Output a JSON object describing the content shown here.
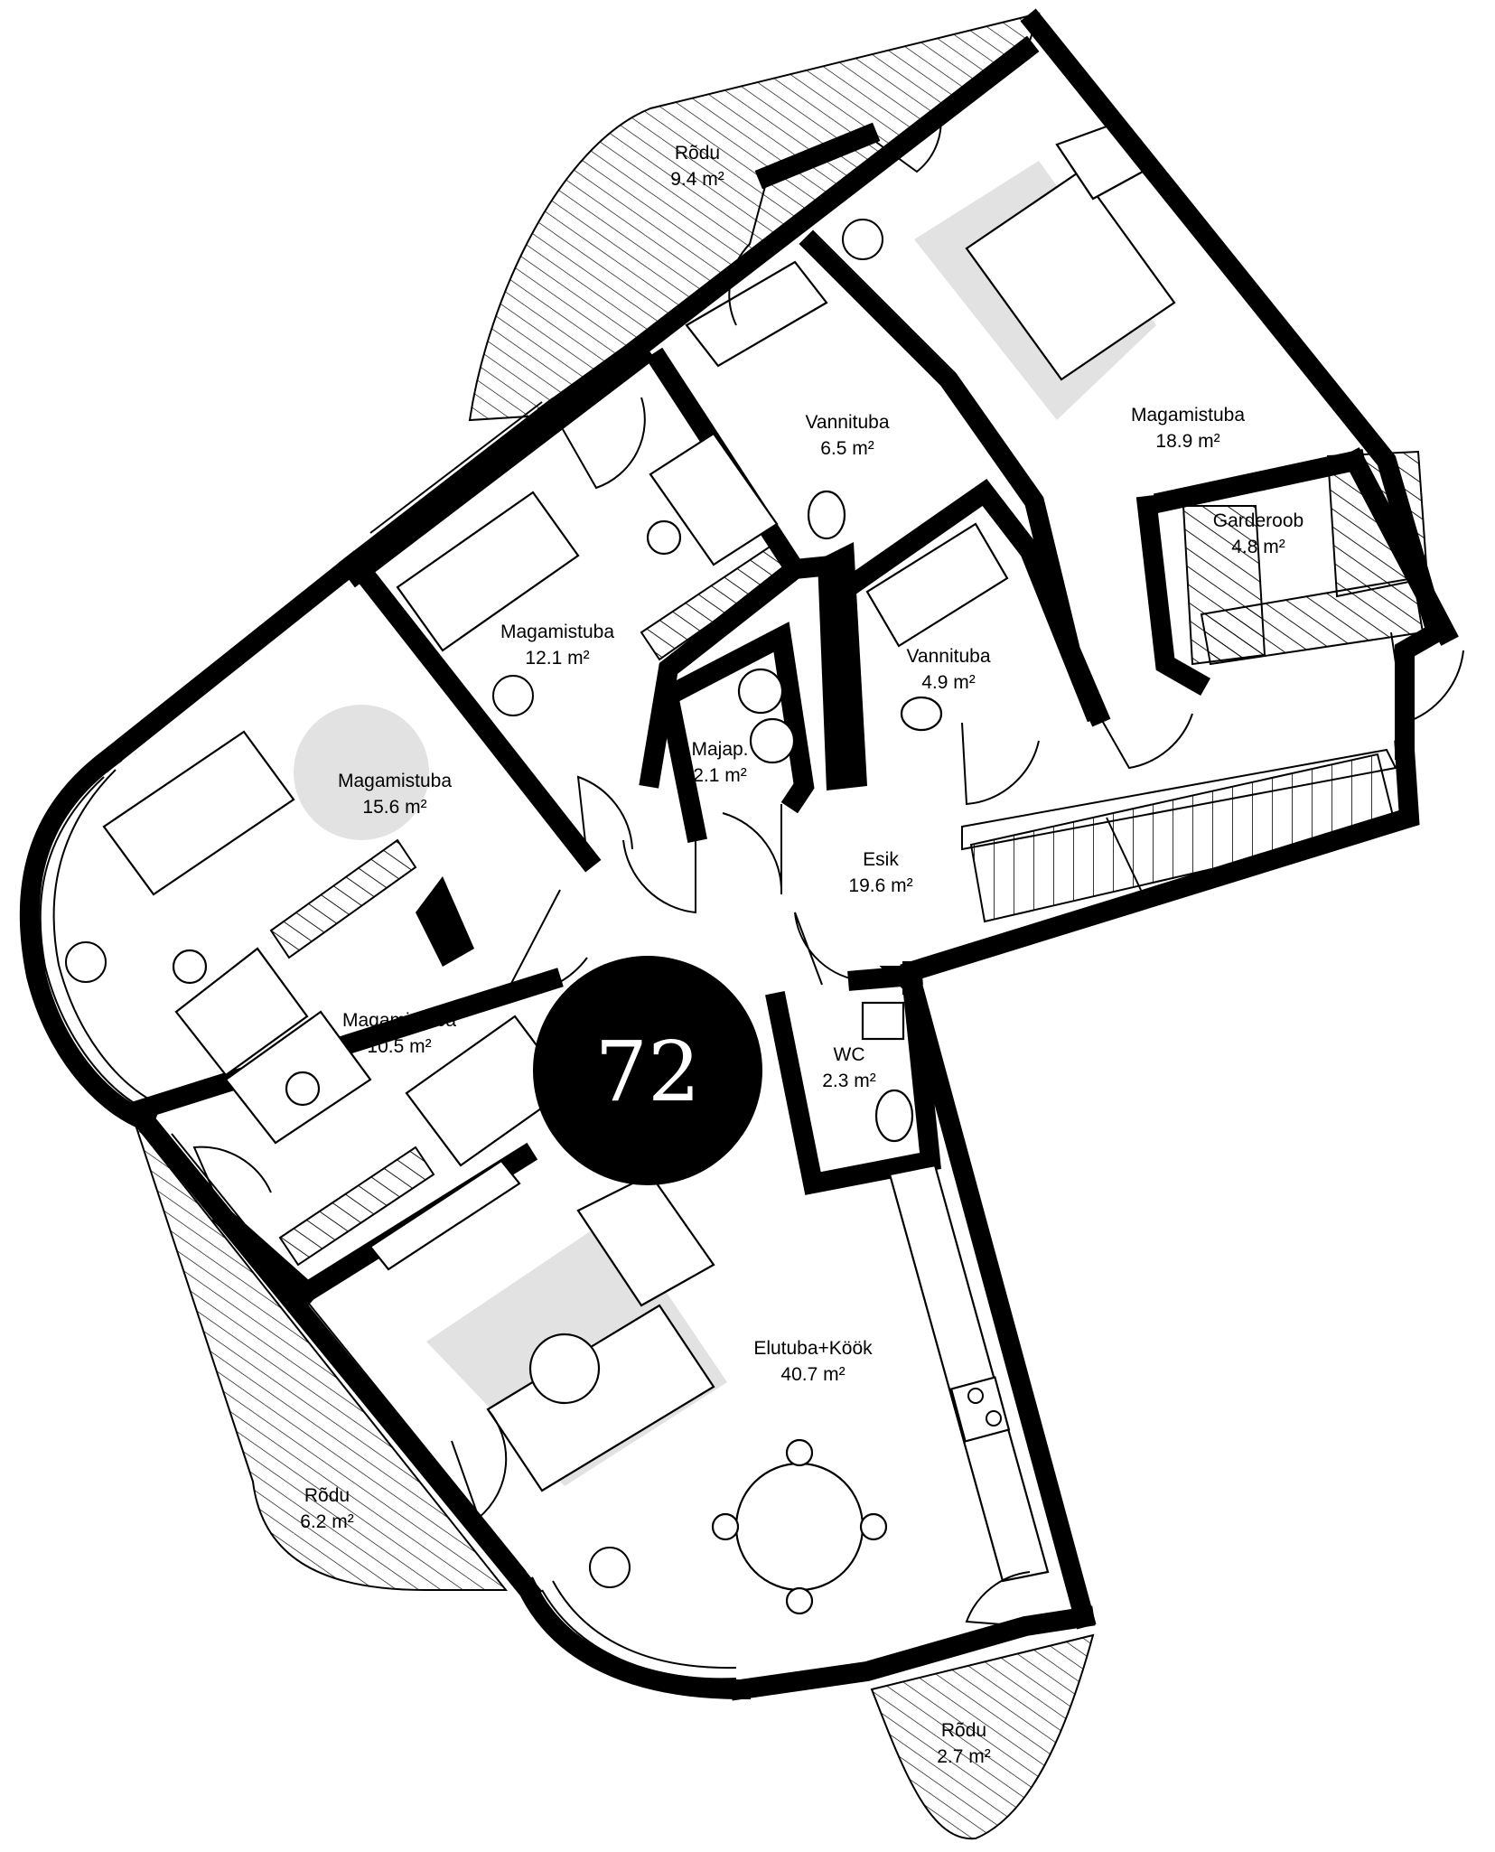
{
  "apartment": {
    "number": "72"
  },
  "rooms": {
    "balcony_top": {
      "name": "Rõdu",
      "area": "9.4 m²"
    },
    "balcony_left": {
      "name": "Rõdu",
      "area": "6.2 m²"
    },
    "balcony_bottom": {
      "name": "Rõdu",
      "area": "2.7 m²"
    },
    "master_bedroom": {
      "name": "Magamistuba",
      "area": "18.9 m²"
    },
    "wardrobe": {
      "name": "Garderoob",
      "area": "4.8 m²"
    },
    "bathroom_large": {
      "name": "Vannituba",
      "area": "6.5 m²"
    },
    "bathroom_small": {
      "name": "Vannituba",
      "area": "4.9 m²"
    },
    "bedroom_12": {
      "name": "Magamistuba",
      "area": "12.1 m²"
    },
    "bedroom_15": {
      "name": "Magamistuba",
      "area": "15.6 m²"
    },
    "bedroom_10": {
      "name": "Magamistuba",
      "area": "10.5 m²"
    },
    "utility": {
      "name": "Majap.",
      "area": "2.1 m²"
    },
    "hall": {
      "name": "Esik",
      "area": "19.6 m²"
    },
    "wc": {
      "name": "WC",
      "area": "2.3 m²"
    },
    "living_kitchen": {
      "name": "Elutuba+Köök",
      "area": "40.7 m²"
    }
  }
}
